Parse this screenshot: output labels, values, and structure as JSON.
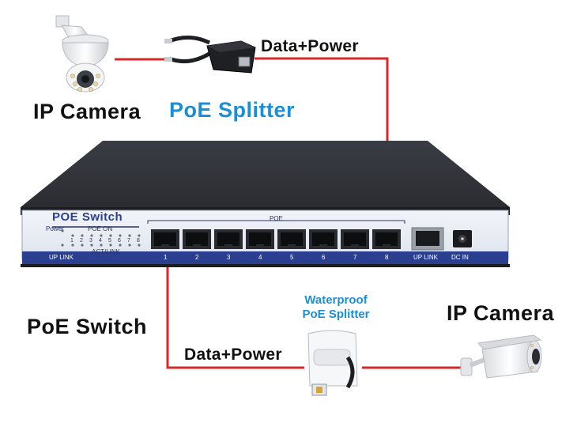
{
  "labels": {
    "camera_top": "IP Camera",
    "splitter_top": "PoE Splitter",
    "data_power_top": "Data+Power",
    "poe_switch": "PoE Switch",
    "data_power_bottom": "Data+Power",
    "waterproof_line1": "Waterproof",
    "waterproof_line2": "PoE Splitter",
    "camera_bottom": "IP Camera"
  },
  "switch_panel": {
    "brand": "POE Switch",
    "power": "Power",
    "poe_on": "POE ON",
    "act_link": "ACT/LINK",
    "uplink_left": "UP LINK",
    "poe_group": "POE",
    "uplink_port": "UP LINK",
    "dc_in": "DC IN",
    "led_numbers": [
      "1",
      "2",
      "3",
      "4",
      "5",
      "6",
      "7",
      "8"
    ],
    "port_numbers": [
      "1",
      "2",
      "3",
      "4",
      "5",
      "6",
      "7",
      "8"
    ]
  },
  "colors": {
    "cable": "#d42a2a",
    "panel_blue": "#2a3f8f",
    "accent_blue": "#1a8fd6"
  }
}
